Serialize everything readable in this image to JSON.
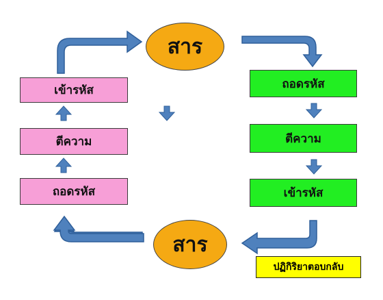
{
  "diagram": {
    "top_node": "สาร",
    "bottom_node": "สาร",
    "left_steps": [
      "เข้ารหัส",
      "ตีความ",
      "ถอดรหัส"
    ],
    "right_steps": [
      "ถอดรหัส",
      "ตีความ",
      "เข้ารหัส"
    ],
    "feedback_label": "ปฏิกิริยาตอบกลับ",
    "colors": {
      "left_box": "#f79fd7",
      "right_box": "#22ee22",
      "node": "#f5a913",
      "feedback_box": "#ffff00",
      "arrow": "#4f81bd",
      "arrow_stroke": "#2f5f9a"
    }
  }
}
